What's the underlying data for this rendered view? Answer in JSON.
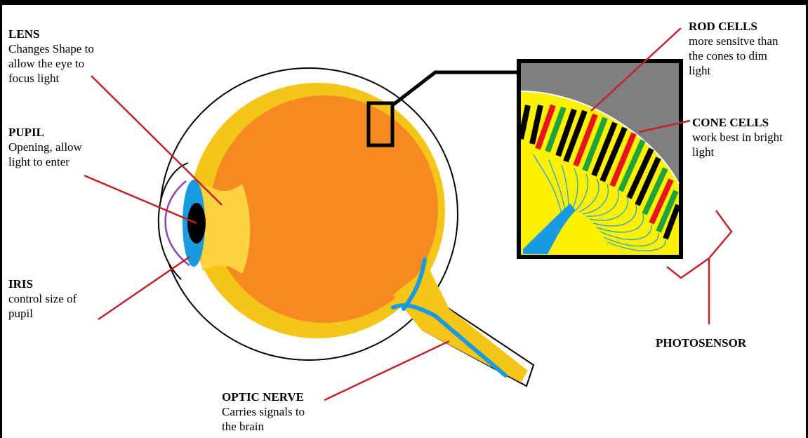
{
  "labels": {
    "lens": {
      "title": "LENS",
      "desc": [
        "Changes Shape to",
        "allow the eye to",
        "focus light"
      ]
    },
    "pupil": {
      "title": "PUPIL",
      "desc": [
        "Opening, allow",
        "light to enter"
      ]
    },
    "iris": {
      "title": "IRIS",
      "desc": [
        "control size of",
        "pupil"
      ]
    },
    "optic_nerve": {
      "title": "OPTIC NERVE",
      "desc": [
        "Carries signals to",
        "the brain"
      ]
    },
    "rod_cells": {
      "title": "ROD CELLS",
      "desc": [
        "more sensitve than",
        "the cones to dim",
        "light"
      ]
    },
    "cone_cells": {
      "title": "CONE CELLS",
      "desc": [
        "work best in bright",
        "light"
      ]
    },
    "photosensor": {
      "title": "PHOTOSENSOR"
    }
  },
  "colors": {
    "sclera_outline": "#000000",
    "choroid": "#f5c518",
    "vitreous": "#f58a22",
    "lens": "#ffd23f",
    "iris": "#1a9ae0",
    "pupil": "#000000",
    "cornea": "#8e44ad",
    "pointer": "#c0232b",
    "retina_bg": "#fff200",
    "inset_sky": "#7f7f7f",
    "rod": "#000000",
    "cone_red": "#e8141b",
    "cone_green": "#1fa33a",
    "nerve_fiber": "#1a9ae0"
  }
}
